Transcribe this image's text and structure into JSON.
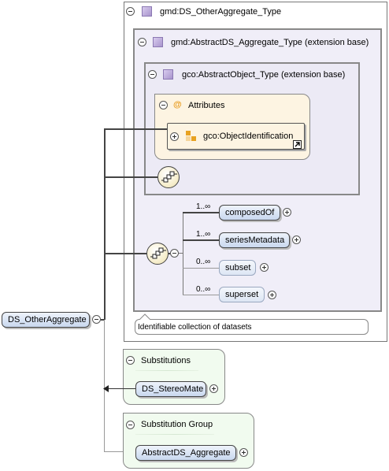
{
  "outer_type": {
    "label": "gmd:DS_OtherAggregate_Type"
  },
  "aggregate_type": {
    "label": "gmd:AbstractDS_Aggregate_Type (extension base)"
  },
  "object_type": {
    "label": "gco:AbstractObject_Type (extension base)"
  },
  "attributes": {
    "at_symbol": "@",
    "label": "Attributes",
    "group": "gco:ObjectIdentification"
  },
  "sequence_children": [
    {
      "name": "composedOf",
      "multiplicity": "1..∞",
      "required": true
    },
    {
      "name": "seriesMetadata",
      "multiplicity": "1..∞",
      "required": true
    },
    {
      "name": "subset",
      "multiplicity": "0..∞",
      "required": false
    },
    {
      "name": "superset",
      "multiplicity": "0..∞",
      "required": false
    }
  ],
  "documentation": "Identifiable collection of datasets",
  "root_element": {
    "label": "DS_OtherAggregate"
  },
  "substitutions": {
    "title": "Substitutions",
    "items": [
      "DS_StereoMate"
    ]
  },
  "substitution_group": {
    "title": "Substitution Group",
    "items": [
      "AbstractDS_Aggregate"
    ]
  },
  "colors": {
    "type_fill": "#f3f1f9",
    "attr_fill": "#fdf5e4",
    "subst_fill": "#f1fbef",
    "element_fill": "#d4e0f2"
  }
}
